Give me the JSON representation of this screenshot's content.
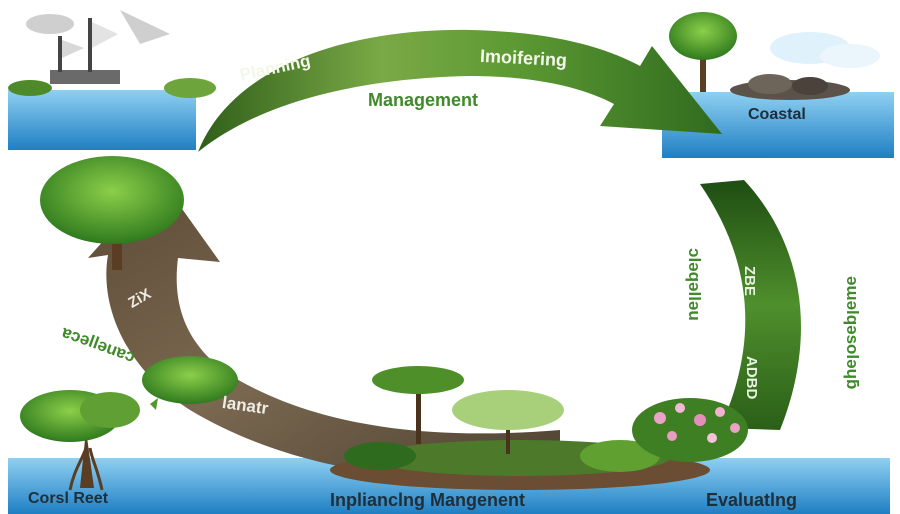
{
  "diagram": {
    "labels": {
      "planning": "Planning",
      "monitoring": "Imoifering",
      "management": "Management",
      "coastal": "Coastal",
      "arrow_right_mid": "ZBE",
      "arrow_right_low": "ADBD",
      "right_side_text": "ɔlǝqǝllǝu",
      "right_far_text": "ǝɯǝlqǝsolǝɥƃ",
      "left_arrow_text": "ZiX",
      "left_side_text": "ɐɔǝllǝuɐɔ",
      "bottom_arrow_text": "lanatr",
      "coral_reef": "Corsl Reet",
      "implementing": "Inplianclng Mangenent",
      "evaluating": "Evaluatlng"
    },
    "colors": {
      "ring_green_dark": "#2f6b1e",
      "ring_green_light": "#6fae3c",
      "ring_earth": "#6b5a44",
      "water_blue": "#3a9bd6",
      "label_green": "#3f8a2a",
      "label_dark": "#1f2f3a"
    },
    "icons": [
      "sailing-ship-icon",
      "tree-icon",
      "rock-island-icon",
      "mangrove-icon",
      "shrub-icon",
      "flowering-bush-icon",
      "cloud-icon"
    ]
  }
}
